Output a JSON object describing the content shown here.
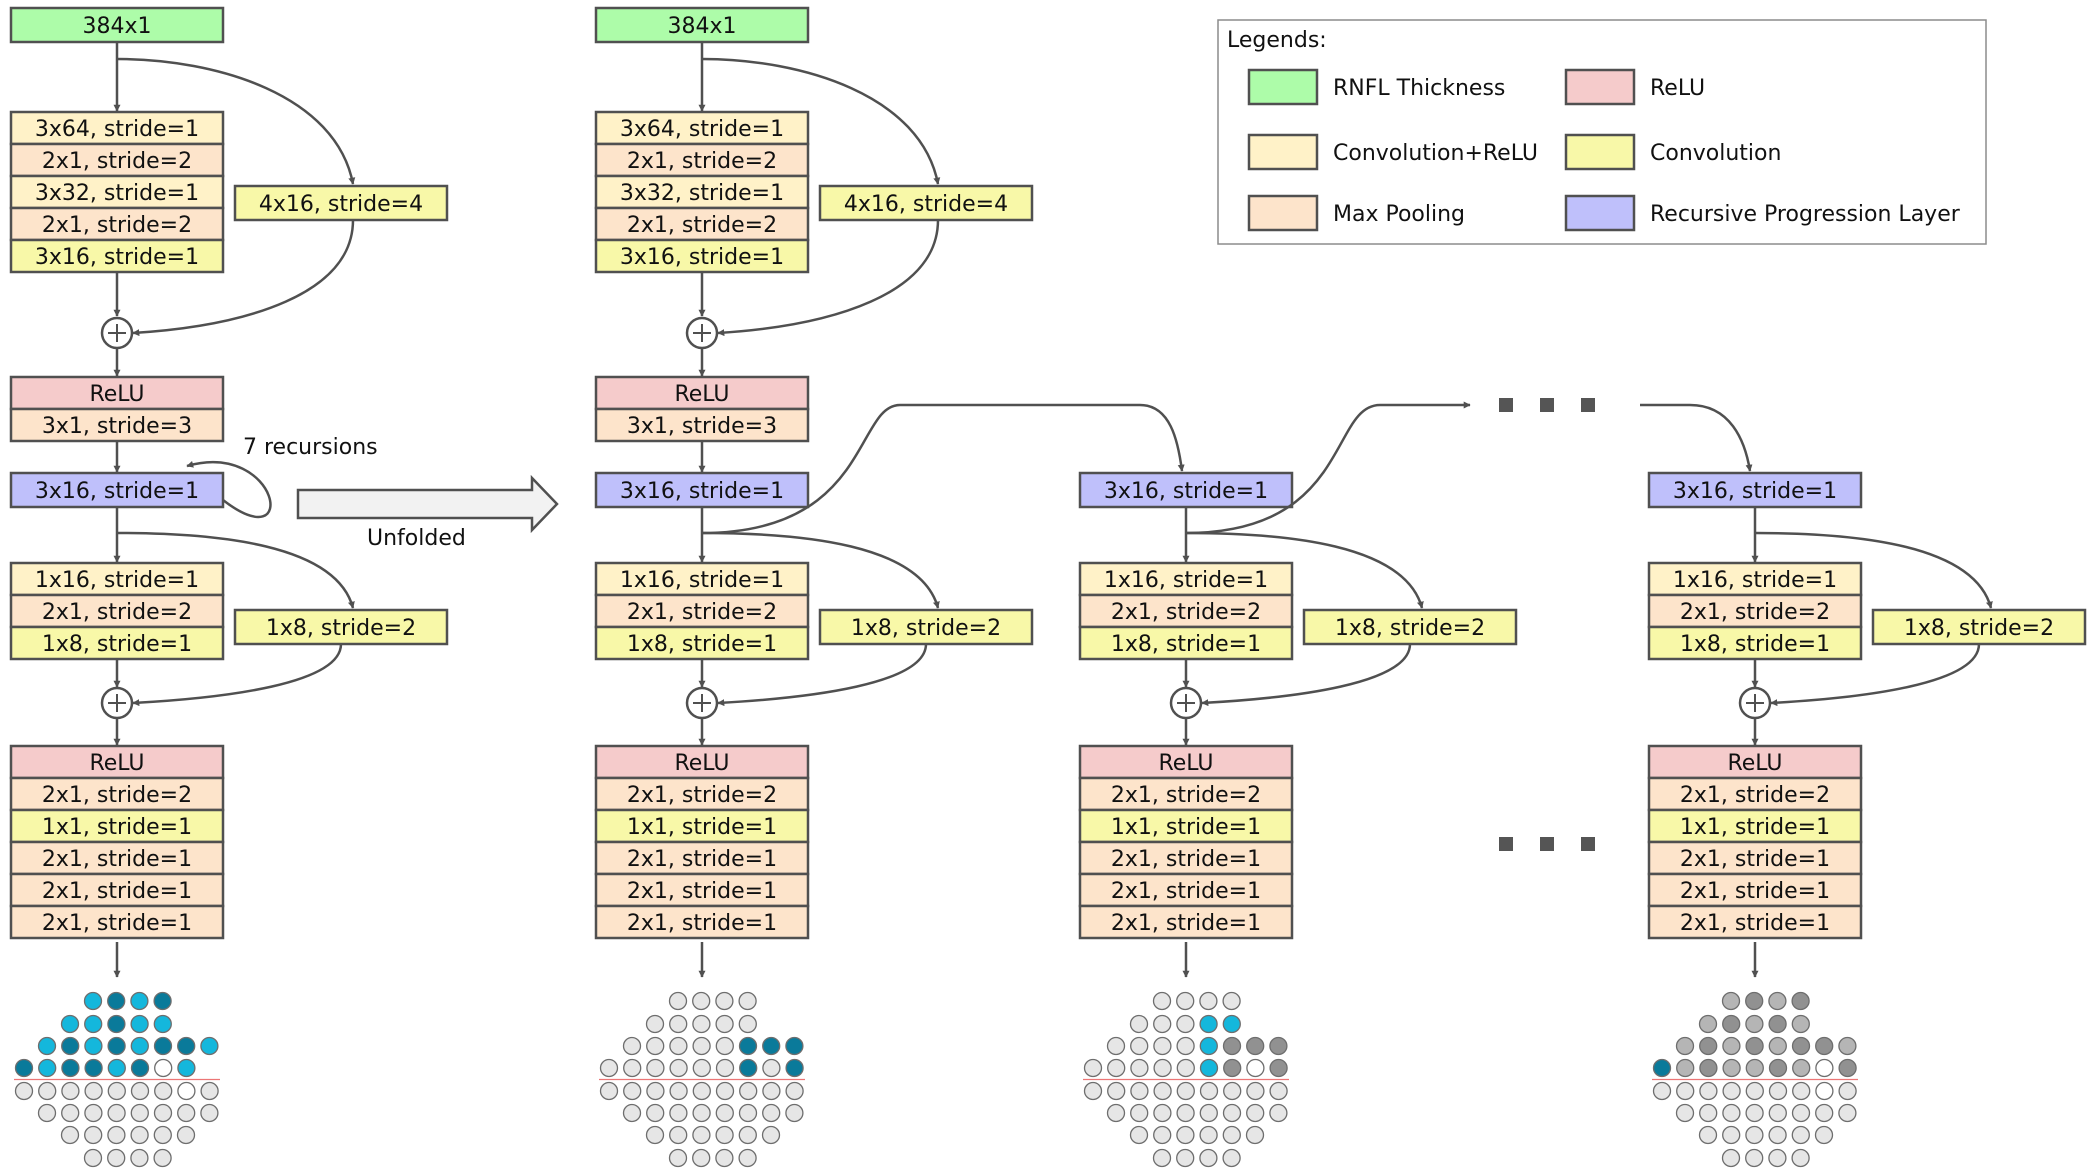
{
  "colors": {
    "rnfl": "#adfca9",
    "conv_relu": "#fff2c8",
    "max_pool": "#fde4cb",
    "relu": "#f5cbcb",
    "conv": "#f8f8a8",
    "recursive": "#bfc0fb",
    "stroke": "#505050",
    "dot_empty": "#e6e6e6",
    "dot_light_blue": "#14b7dc",
    "dot_dark_blue": "#0a7a9a",
    "dot_gray_light": "#b5b5b5",
    "dot_gray_dark": "#919191",
    "separator": "#ec7676"
  },
  "legend": {
    "title": "Legends:",
    "items": [
      {
        "key": "rnfl",
        "label": "RNFL Thickness"
      },
      {
        "key": "relu",
        "label": "ReLU"
      },
      {
        "key": "conv_relu",
        "label": "Convolution+ReLU"
      },
      {
        "key": "conv",
        "label": "Convolution"
      },
      {
        "key": "max_pool",
        "label": "Max Pooling"
      },
      {
        "key": "recursive",
        "label": "Recursive Progression Layer"
      }
    ]
  },
  "annotations": {
    "recursions": "7 recursions",
    "unfolded": "Unfolded"
  },
  "network": {
    "input": "384x1",
    "block1": [
      {
        "label": "3x64, stride=1",
        "type": "conv_relu"
      },
      {
        "label": "2x1, stride=2",
        "type": "max_pool"
      },
      {
        "label": "3x32, stride=1",
        "type": "conv_relu"
      },
      {
        "label": "2x1, stride=2",
        "type": "max_pool"
      },
      {
        "label": "3x16, stride=1",
        "type": "conv"
      }
    ],
    "skip1": "4x16, stride=4",
    "relu_block": [
      {
        "label": "ReLU",
        "type": "relu"
      },
      {
        "label": "3x1, stride=3",
        "type": "max_pool"
      }
    ],
    "recursive": "3x16, stride=1",
    "block2": [
      {
        "label": "1x16, stride=1",
        "type": "conv_relu"
      },
      {
        "label": "2x1, stride=2",
        "type": "max_pool"
      },
      {
        "label": "1x8, stride=1",
        "type": "conv"
      }
    ],
    "skip2": "1x8, stride=2",
    "output_block": [
      {
        "label": "ReLU",
        "type": "relu"
      },
      {
        "label": "2x1, stride=2",
        "type": "max_pool"
      },
      {
        "label": "1x1, stride=1",
        "type": "conv"
      },
      {
        "label": "2x1, stride=1",
        "type": "max_pool"
      },
      {
        "label": "2x1, stride=1",
        "type": "max_pool"
      },
      {
        "label": "2x1, stride=1",
        "type": "max_pool"
      }
    ],
    "unfolded_output_block": [
      {
        "label": "ReLU",
        "type": "relu"
      },
      {
        "label": "2x1, stride=2",
        "type": "max_pool"
      },
      {
        "label": "1x1, stride=1",
        "type": "conv"
      },
      {
        "label": "2x1, stride=1",
        "type": "max_pool"
      },
      {
        "label": "2x1, stride=1",
        "type": "max_pool"
      },
      {
        "label": "2x1, stride=1",
        "type": "max_pool"
      }
    ]
  },
  "visual_fields": {
    "legend_codes": "e=empty, L=light blue, D=dark blue, G=light gray, H=dark gray, W=white",
    "full": [
      "LDLD",
      "LLDLL",
      "LDLDLDDL",
      "DLDDLDWL",
      "eeeeeeeWe",
      "eeeeeeee",
      "eeeeee",
      "eeee"
    ],
    "recursion1": [
      "eeee",
      "eeeee",
      "eeeeeDDD",
      "eeeeeeDeD",
      "eeeeeeeee",
      "eeeeeeee",
      "eeeeee",
      "eeee"
    ],
    "recursion2": [
      "eeee",
      "eeeLL",
      "eeeeLHHH",
      "eeeeeLHWH",
      "eeeeeeeee",
      "eeeeeeee",
      "eeeeee",
      "eeee"
    ],
    "recursion_last": [
      "GHGH",
      "GHGHG",
      "GHGHGHHG",
      "DGHGGHGWH",
      "eeeeeeeWe",
      "eeeeeeee",
      "eeeeee",
      "eeee"
    ]
  }
}
